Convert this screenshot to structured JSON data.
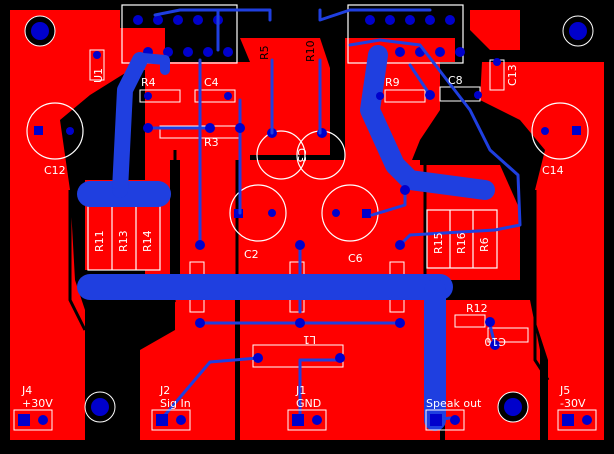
{
  "colors": {
    "background": "#000000",
    "copper_top": "#ff0000",
    "copper_bottom": "#1f3fe0",
    "silkscreen": "#ffffff",
    "pad": "#0000cc",
    "black_silk": "#000000"
  },
  "components": {
    "u1": "U1",
    "r4": "R4",
    "c4": "C4",
    "r3": "R3",
    "c12": "C12",
    "r5": "R5",
    "r10": "R10",
    "c3": "C3",
    "r9": "R9",
    "c8": "C8",
    "c13": "C13",
    "c14": "C14",
    "c2": "C2",
    "c6": "C6",
    "r11": "R11",
    "r13": "R13",
    "r14": "R14",
    "r15": "R15",
    "r16": "R16",
    "r6": "R6",
    "r12": "R12",
    "c10": "C10",
    "l1": "L1"
  },
  "connectors": {
    "j4_ref": "J4",
    "j4_label": "+30V",
    "j2_ref": "J2",
    "j2_label": "Sig In",
    "j1_ref": "J1",
    "j1_label": "GND",
    "j3_label": "Speak out",
    "j5_ref": "J5",
    "j5_label": "-30V"
  }
}
